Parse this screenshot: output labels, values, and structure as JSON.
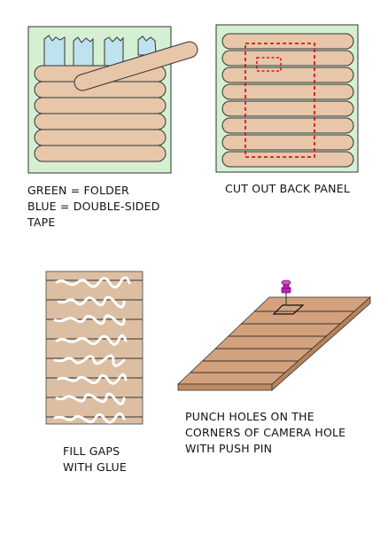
{
  "colors": {
    "folder_green": "#d5efd3",
    "tape_blue": "#bfe3ee",
    "stick_tan": "#e7c6a9",
    "outline": "#222222",
    "cut_line_red": "#d21b1b",
    "wood_panel": "#dcbfa2",
    "wood_iso": "#d3a27c",
    "glue_white": "#ffffff",
    "push_pin_magenta": "#c41ec0"
  },
  "panels": [
    {
      "name": "folder-and-tape-step",
      "caption_lines": [
        "GREEN = FOLDER",
        "BLUE = DOUBLE-SIDED",
        "TAPE"
      ]
    },
    {
      "name": "cut-back-panel-step",
      "caption_lines": [
        "CUT OUT BACK PANEL"
      ]
    },
    {
      "name": "fill-gaps-step",
      "caption_lines": [
        "FILL GAPS",
        "WITH GLUE"
      ]
    },
    {
      "name": "punch-holes-step",
      "caption_lines": [
        "PUNCH HOLES ON THE",
        "CORNERS OF CAMERA HOLE",
        "WITH PUSH PIN"
      ]
    }
  ],
  "icons": [
    "push-pin-icon"
  ]
}
